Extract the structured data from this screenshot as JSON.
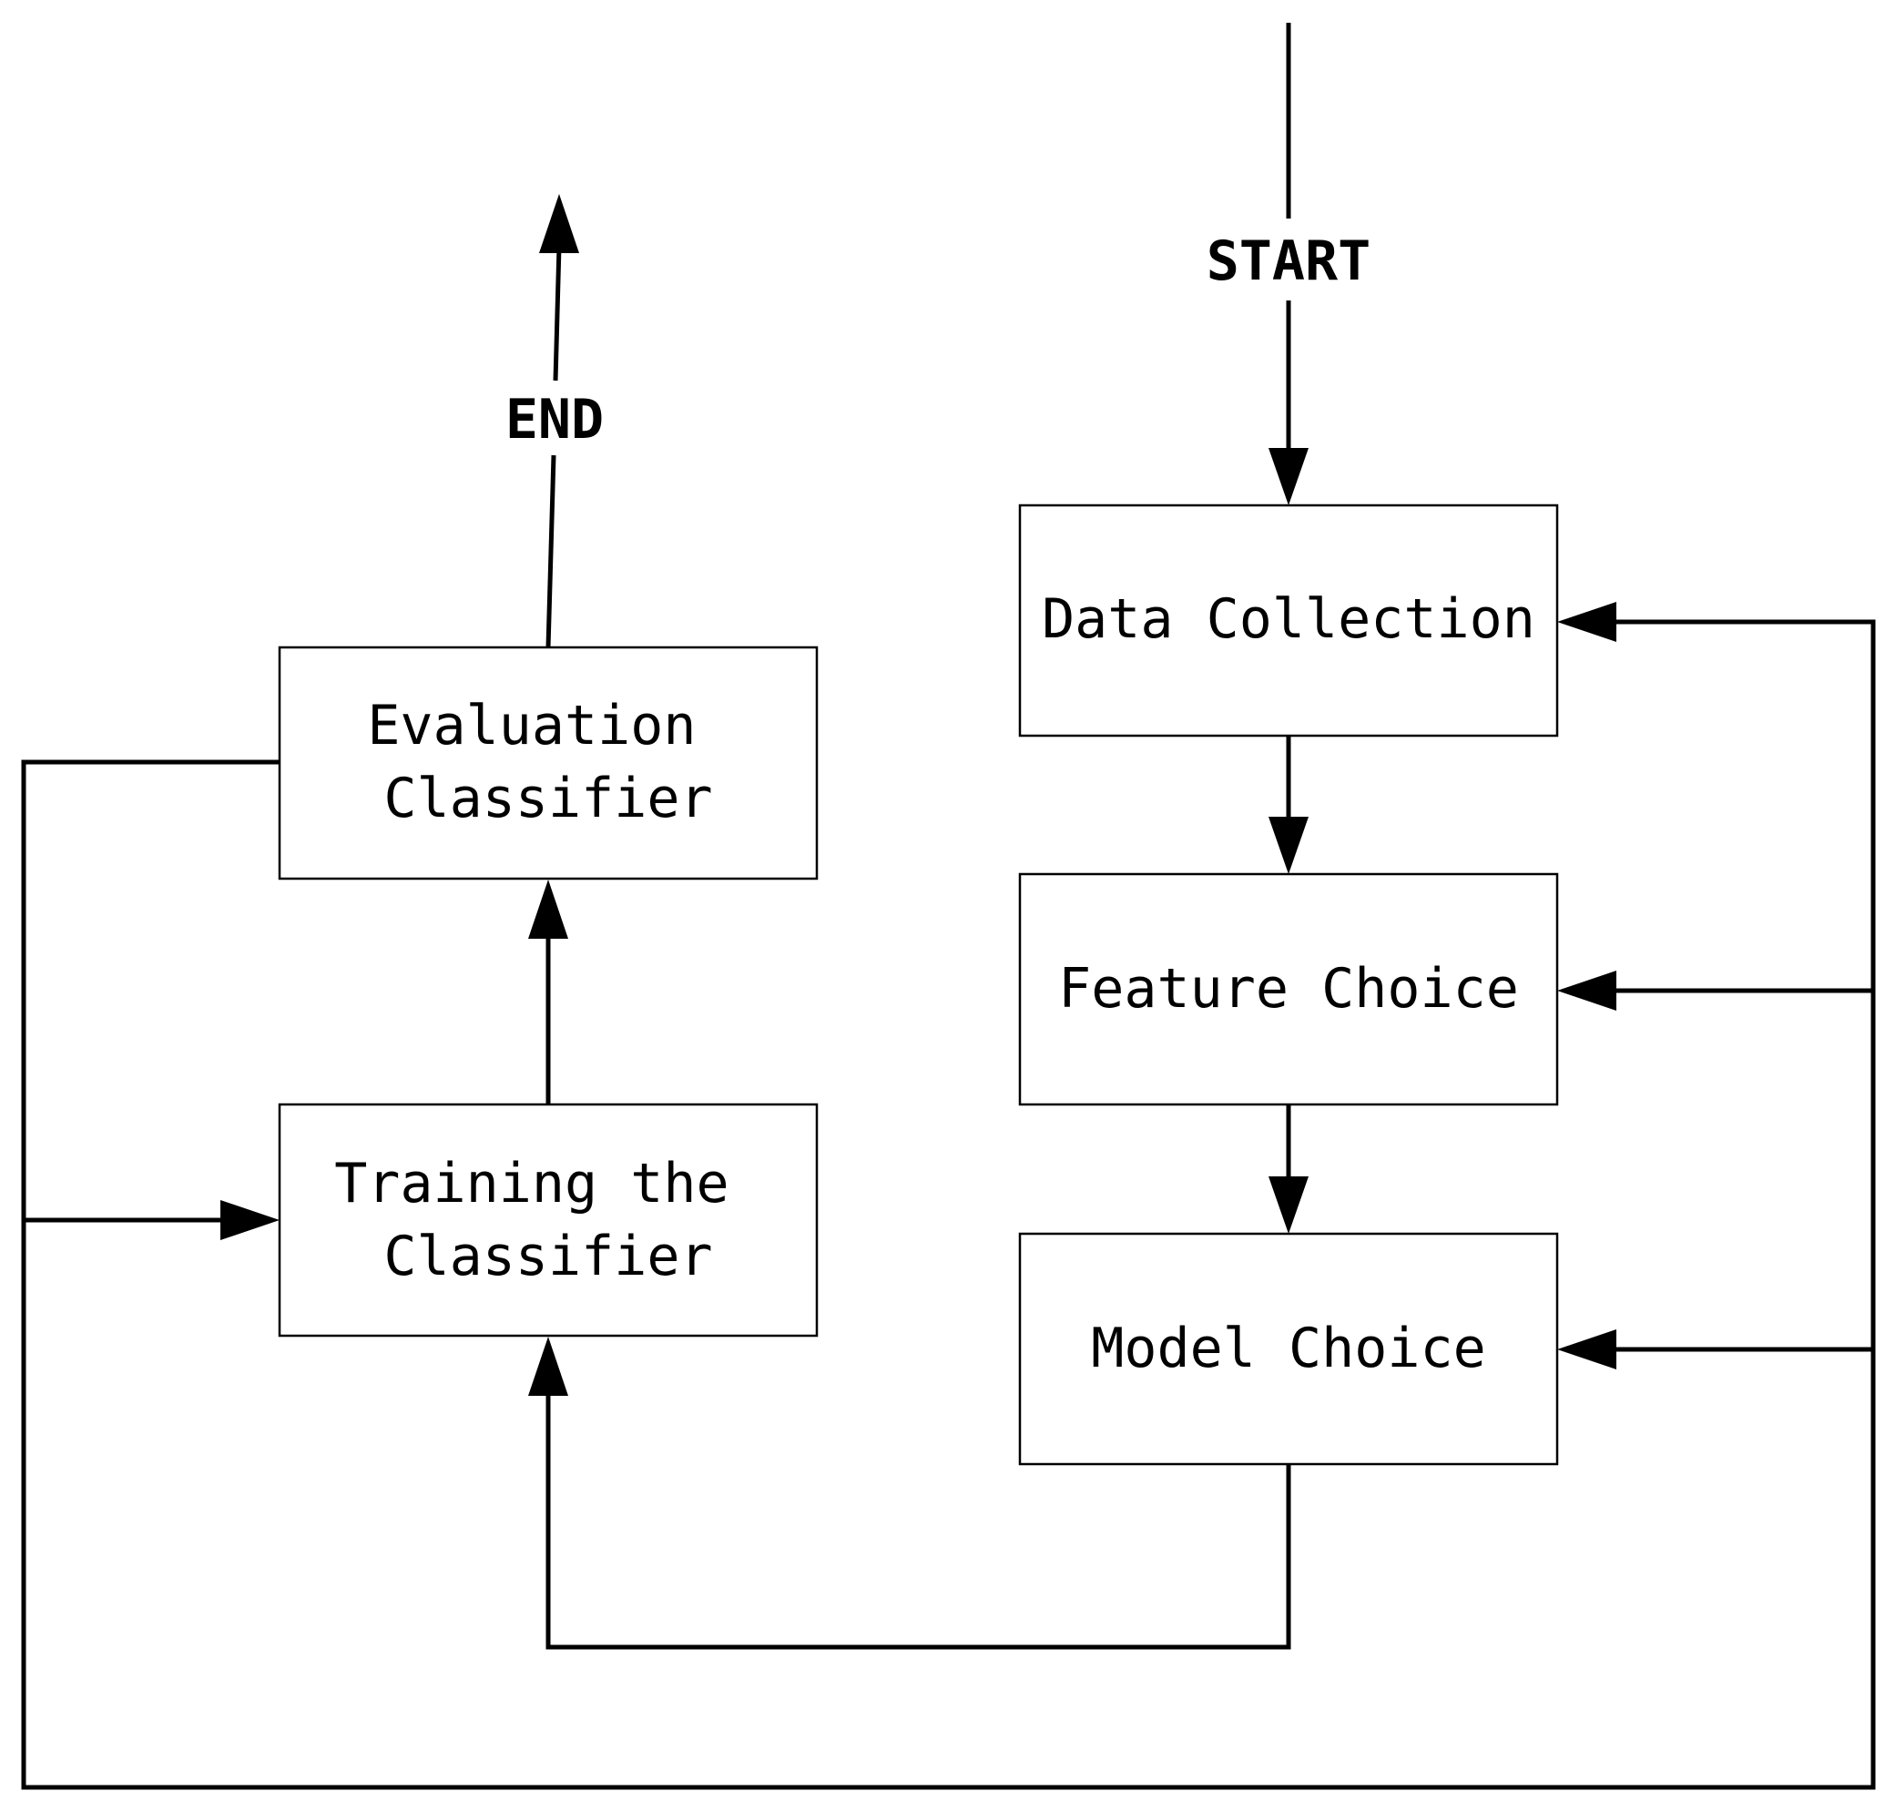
{
  "terminals": {
    "start": "START",
    "end": "END"
  },
  "boxes": {
    "data_collection": {
      "lines": [
        "Data Collection"
      ]
    },
    "feature_choice": {
      "lines": [
        "Feature Choice"
      ]
    },
    "model_choice": {
      "lines": [
        "Model Choice"
      ]
    },
    "training": {
      "lines": [
        "Training the",
        "Classifier"
      ]
    },
    "evaluation": {
      "lines": [
        "Evaluation",
        "Classifier"
      ]
    }
  },
  "colors": {
    "stroke": "#000000",
    "background": "#ffffff"
  }
}
